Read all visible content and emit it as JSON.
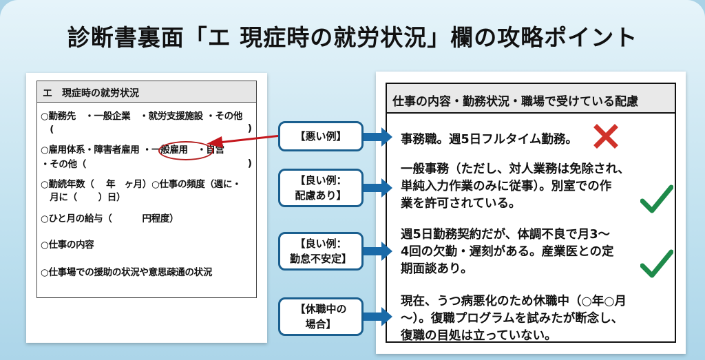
{
  "title": "診断書裏面「エ 現症時の就労状況」欄の攻略ポイント",
  "form": {
    "header": "エ　現症時の就労状況",
    "lines": [
      "○勤務先　・一般企業　・就労支援施設 ・その他",
      "　(",
      "○雇用体系・障害者雇用 ・一般雇用　・自営",
      "・その他（",
      "○勤続年数（　 年　ヶ月）○仕事の頻度（週に・",
      "　月に（　　 ）日）",
      "○ひと月の給与（　　　 円程度）",
      "○仕事の内容",
      "○仕事場での援助の状況や意思疎通の状況"
    ],
    "close_paren": ")",
    "highlighted_option": "・一般雇用"
  },
  "answer_panel": {
    "header": "仕事の内容・勤務状況・職場で受けている配慮",
    "examples": [
      {
        "label": "【悪い例】",
        "text": "事務職。週5日フルタイム勤務。",
        "verdict": "bad",
        "verdict_icon": "cross-icon"
      },
      {
        "label": "【良い例：\n配慮あり】",
        "text": "一般事務（ただし、対人業務は免除され、\n単純入力作業のみに従事）。別室での作\n業を許可されている。",
        "verdict": "good",
        "verdict_icon": "check-icon"
      },
      {
        "label": "【良い例：\n勤怠不安定】",
        "text": "週5日勤務契約だが、体調不良で月3〜\n4回の欠勤・遅刻がある。産業医との定\n期面談あり。",
        "verdict": "good",
        "verdict_icon": "check-icon"
      },
      {
        "label": "【休職中の\n場合】",
        "text": "現在、うつ病悪化のため休職中（○年○月\n〜）。復職プログラムを試みたが断念し、\n復職の目処は立っていない。",
        "verdict": "none",
        "verdict_icon": ""
      }
    ]
  },
  "colors": {
    "accent_blue": "#1a6aa8",
    "label_border": "#1a5f8f",
    "highlight_red": "#b31d1d",
    "cross_red": "#d0322a",
    "check_green": "#1e8a4a"
  }
}
